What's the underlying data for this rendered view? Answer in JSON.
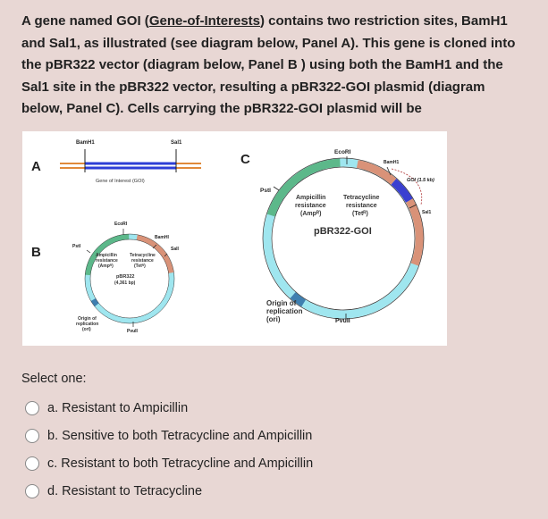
{
  "question": {
    "part1": "A gene named GOI (",
    "part2": "Gene-of-Interests",
    "part3": ") contains two restriction sites, BamH1 and Sal1, as illustrated (see diagram below, Panel A). This gene is cloned into the pBR322 vector (diagram below, Panel B ) using both the BamH1 and the Sal1 site in the pBR322 vector, resulting a pBR322-GOI plasmid (diagram below, Panel C). Cells carrying the pBR322-GOI plasmid will be"
  },
  "figure": {
    "panel_a": {
      "label": "A",
      "bamh1": "BamH1",
      "sal1": "Sal1",
      "gene_label": "Gene of Interest (GOI)"
    },
    "panel_b": {
      "label": "B",
      "ecori": "EcoRI",
      "bamhi": "BamHI",
      "psti": "PstI",
      "sali": "SalI",
      "amp_1": "Ampicillin",
      "amp_2": "resistance",
      "amp_3": "(Ampᴿ)",
      "tet_1": "Tetracycline",
      "tet_2": "resistance",
      "tet_3": "(Tetᴿ)",
      "name": "pBR322",
      "size": "(4,361 bp)",
      "ori_1": "Origin of",
      "ori_2": "replication",
      "ori_3": "(ori)",
      "pvuii": "PvuII"
    },
    "panel_c": {
      "label": "C",
      "ecori": "EcoRI",
      "bamh1": "BamH1",
      "goi": "GOI (1.5 kb)",
      "sal1": "Sal1",
      "psti": "PstI",
      "amp_1": "Ampicillin",
      "amp_2": "resistance",
      "amp_3": "(Ampᴿ)",
      "tet_1": "Tetracycline",
      "tet_2": "resistance",
      "tet_3": "(Tetᴿ)",
      "name": "pBR322-GOI",
      "ori_1": "Origin of",
      "ori_2": "replication",
      "ori_3": "(ori)",
      "pvuii": "PvuII"
    }
  },
  "select_label": "Select one:",
  "options": [
    "a. Resistant to Ampicillin",
    "b. Sensitive to both Tetracycline and Ampicillin",
    "c. Resistant to both Tetracycline and Ampicillin",
    "d. Resistant to Tetracycline"
  ],
  "colors": {
    "background": "#e8d7d4",
    "amp_segment": "#5cb88a",
    "tet_segment": "#d99278",
    "backbone": "#9fe6ef",
    "ori_segment": "#3f7fb0",
    "goi_segment": "#3a3fd0",
    "gene_blue": "#2d3ed6",
    "gene_orange": "#e08a3a"
  }
}
